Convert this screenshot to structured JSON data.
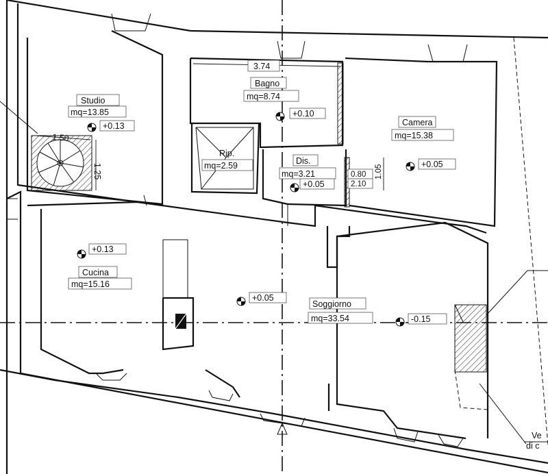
{
  "rooms": [
    {
      "id": "studio",
      "name": "Studio",
      "area": "mq=13.85",
      "elevation": "+0.13"
    },
    {
      "id": "bagno",
      "name": "Bagno",
      "area": "mq=8.74",
      "elevation": "+0.10"
    },
    {
      "id": "camera",
      "name": "Camera",
      "area": "mq=15.38",
      "elevation": "+0.05"
    },
    {
      "id": "rip",
      "name": "Rip.",
      "area": "mq=2.59"
    },
    {
      "id": "dis",
      "name": "Dis.",
      "area": "mq=3.21",
      "elevation": "+0.05"
    },
    {
      "id": "cucina",
      "name": "Cucina",
      "area": "mq=15.16",
      "elevation": "+0.13"
    },
    {
      "id": "soggiorno",
      "name": "Soggiorno",
      "area": "mq=33.54",
      "elevation": "-0.15"
    }
  ],
  "corridor_elevation": "+0.05",
  "dimensions": {
    "bagno_width": "3.74",
    "stair_width": "1.50",
    "stair_depth": "1.25",
    "door_a": "0.80",
    "door_b": "2.10",
    "door_c": "1.05"
  },
  "note": {
    "line1": "Ve",
    "line2": "di c"
  }
}
